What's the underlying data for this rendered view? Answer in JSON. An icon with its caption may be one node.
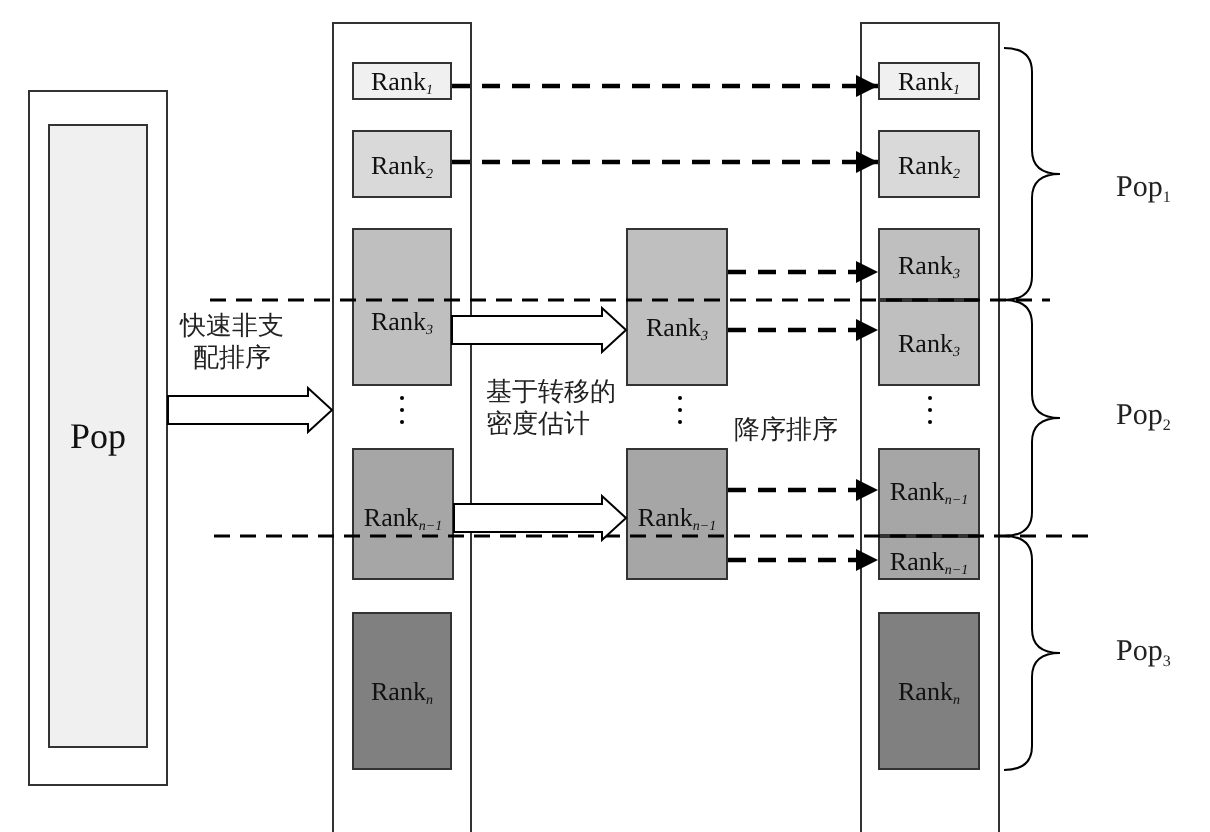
{
  "diagram": {
    "nodes": [
      {
        "text": [],
        "shape": "box"
      },
      {
        "text": [
          "Pop"
        ],
        "in": 0
      },
      {
        "text": [],
        "shape": "box"
      },
      {
        "text": [
          "Rank$_{1}$"
        ],
        "in": 2
      },
      {
        "text": [
          "Rank$_{2}$"
        ],
        "in": 2
      },
      {
        "text": [
          "Rank$_{3}$"
        ],
        "in": 2
      },
      {
        "text": [
          "Rank$_{n−1}$"
        ],
        "in": 2
      },
      {
        "text": [
          "Rank$_{n}$"
        ],
        "in": 2
      },
      {
        "text": [
          "Rank$_{3}$"
        ]
      },
      {
        "text": [
          "Rank$_{n−1}$"
        ]
      },
      {
        "text": [],
        "shape": "box"
      },
      {
        "text": [
          "Rank$_{1}$"
        ],
        "in": 10
      },
      {
        "text": [
          "Rank$_{2}$"
        ],
        "in": 10
      },
      {
        "text": [
          "Rank$_{3}$"
        ],
        "in": 10
      },
      {
        "text": [
          "Rank$_{3}$"
        ],
        "in": 10
      },
      {
        "text": [
          "Rank$_{n−1}$"
        ],
        "in": 10
      },
      {
        "text": [
          "Rank$_{n−1}$"
        ],
        "in": 10
      },
      {
        "text": [
          "Rank$_{n}$"
        ],
        "in": 10
      }
    ],
    "edges": [
      {
        "from": 0,
        "to": 2,
        "arrow": "to",
        "label": "快速非支配排序"
      },
      {
        "from": 5,
        "to": 8,
        "arrow": "to"
      },
      {
        "from": 6,
        "to": 9,
        "arrow": "to"
      },
      {
        "from": 3,
        "to": 11,
        "arrow": "to",
        "style": "dashed"
      },
      {
        "from": 4,
        "to": 12,
        "arrow": "to",
        "style": "dashed"
      },
      {
        "from": 8,
        "to": 13,
        "arrow": "to",
        "style": "dashed"
      },
      {
        "from": 8,
        "to": 14,
        "arrow": "to",
        "style": "dashed"
      },
      {
        "from": 9,
        "to": 15,
        "arrow": "to",
        "style": "dashed"
      },
      {
        "from": 9,
        "to": 16,
        "arrow": "to",
        "style": "dashed"
      }
    ],
    "labels": [
      "Pop$_{1}$",
      "基于转移的密度估计",
      "Pop$_{2}$",
      "降序排序",
      "Pop$_{3}$"
    ]
  }
}
